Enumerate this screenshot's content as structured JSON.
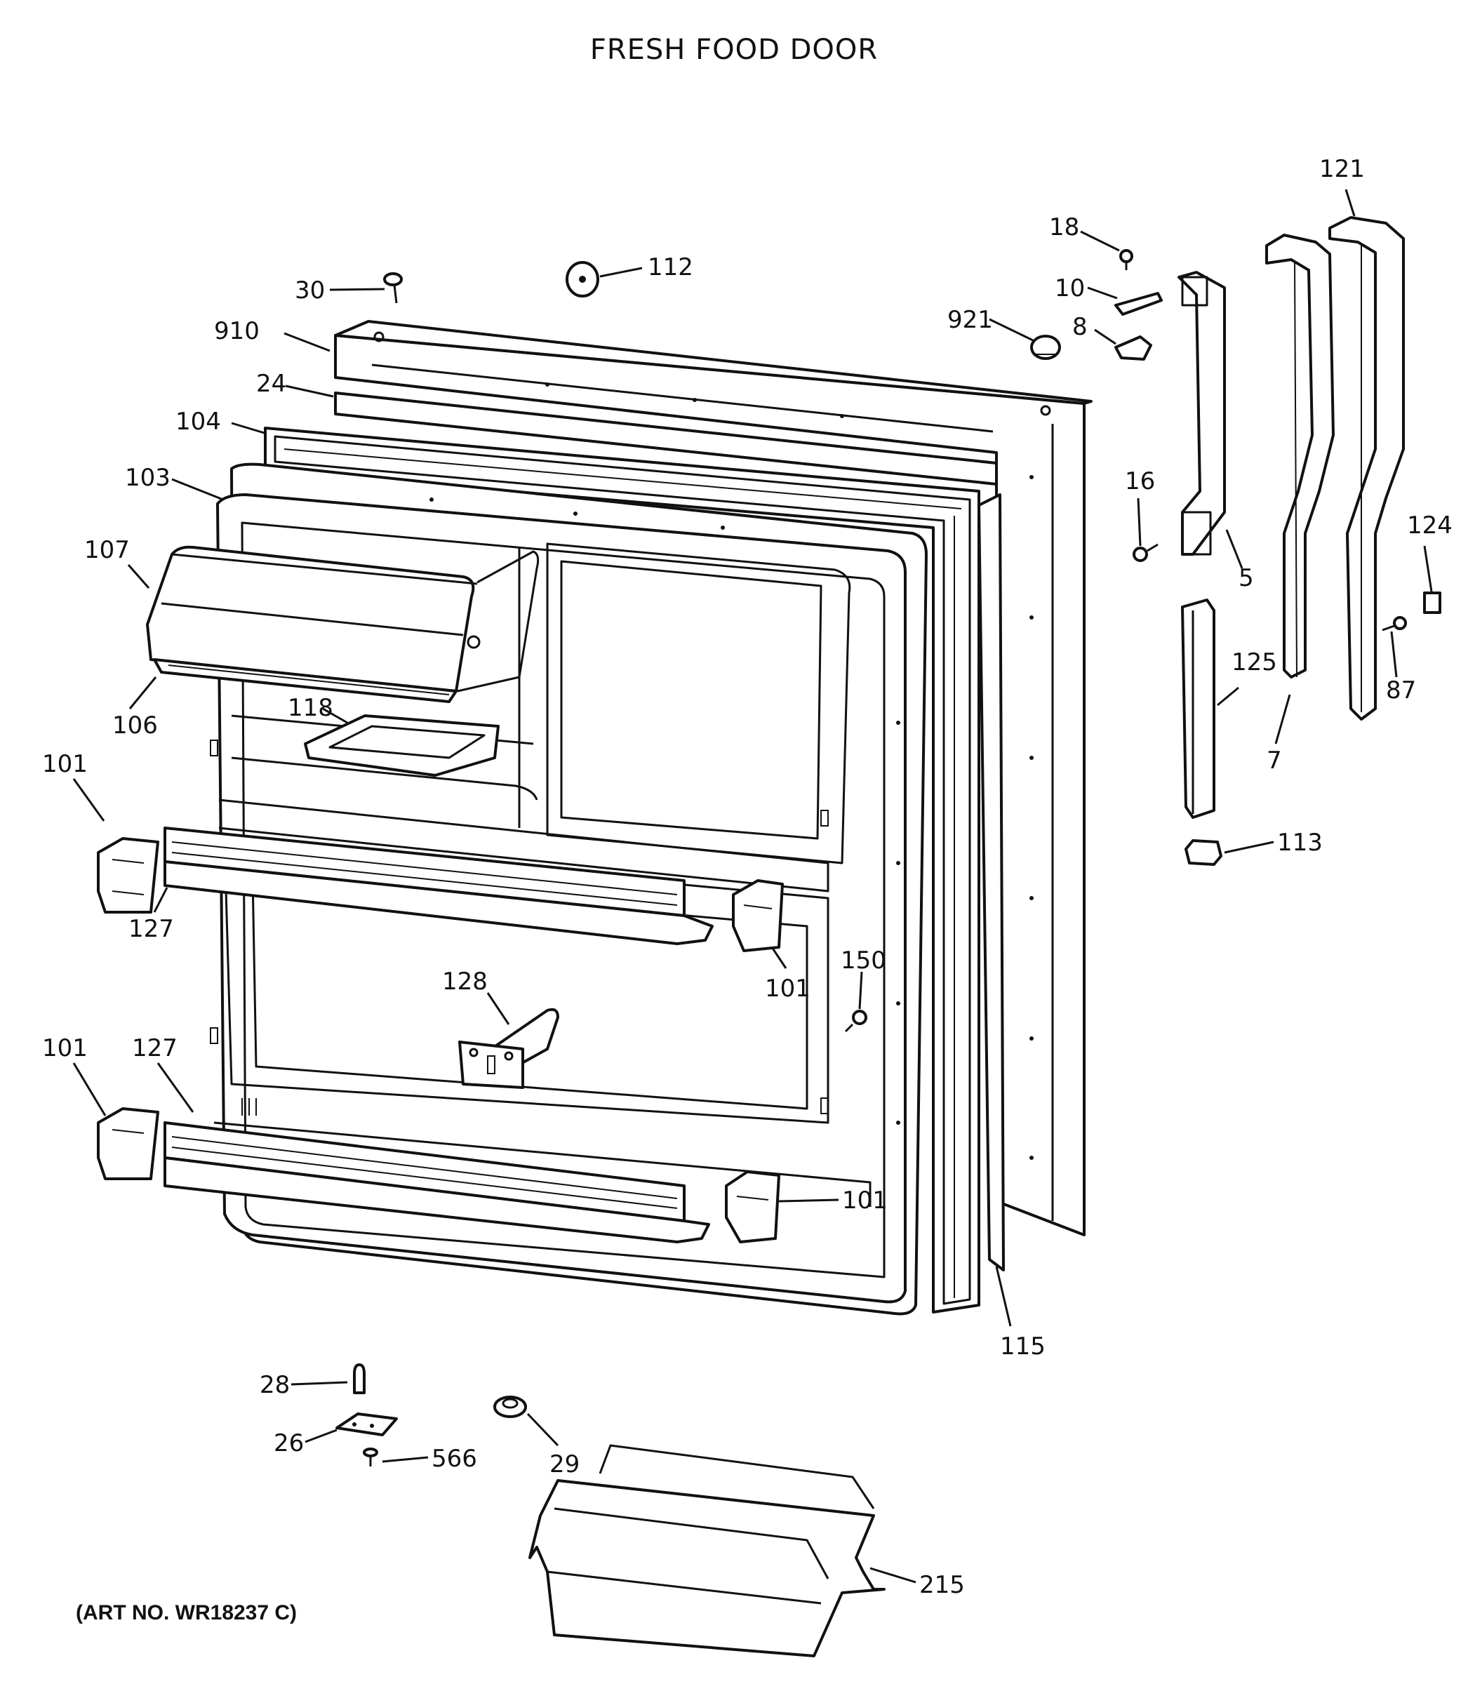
{
  "title": "FRESH FOOD DOOR",
  "art_number": "(ART NO. WR18237 C)",
  "callouts": [
    {
      "id": "c30",
      "text": "30"
    },
    {
      "id": "c112",
      "text": "112"
    },
    {
      "id": "c910",
      "text": "910"
    },
    {
      "id": "c24",
      "text": "24"
    },
    {
      "id": "c104",
      "text": "104"
    },
    {
      "id": "c103",
      "text": "103"
    },
    {
      "id": "c107",
      "text": "107"
    },
    {
      "id": "c106",
      "text": "106"
    },
    {
      "id": "c118",
      "text": "118"
    },
    {
      "id": "c101a",
      "text": "101"
    },
    {
      "id": "c127a",
      "text": "127"
    },
    {
      "id": "c101b",
      "text": "101"
    },
    {
      "id": "c128",
      "text": "128"
    },
    {
      "id": "c150",
      "text": "150"
    },
    {
      "id": "c101c",
      "text": "101"
    },
    {
      "id": "c127b",
      "text": "127"
    },
    {
      "id": "c101d",
      "text": "101"
    },
    {
      "id": "c115",
      "text": "115"
    },
    {
      "id": "c18",
      "text": "18"
    },
    {
      "id": "c10",
      "text": "10"
    },
    {
      "id": "c921",
      "text": "921"
    },
    {
      "id": "c8",
      "text": "8"
    },
    {
      "id": "c16",
      "text": "16"
    },
    {
      "id": "c5",
      "text": "5"
    },
    {
      "id": "c121",
      "text": "121"
    },
    {
      "id": "c124",
      "text": "124"
    },
    {
      "id": "c87",
      "text": "87"
    },
    {
      "id": "c7",
      "text": "7"
    },
    {
      "id": "c125",
      "text": "125"
    },
    {
      "id": "c113",
      "text": "113"
    },
    {
      "id": "c28",
      "text": "28"
    },
    {
      "id": "c26",
      "text": "26"
    },
    {
      "id": "c566",
      "text": "566"
    },
    {
      "id": "c29",
      "text": "29"
    },
    {
      "id": "c215",
      "text": "215"
    }
  ]
}
